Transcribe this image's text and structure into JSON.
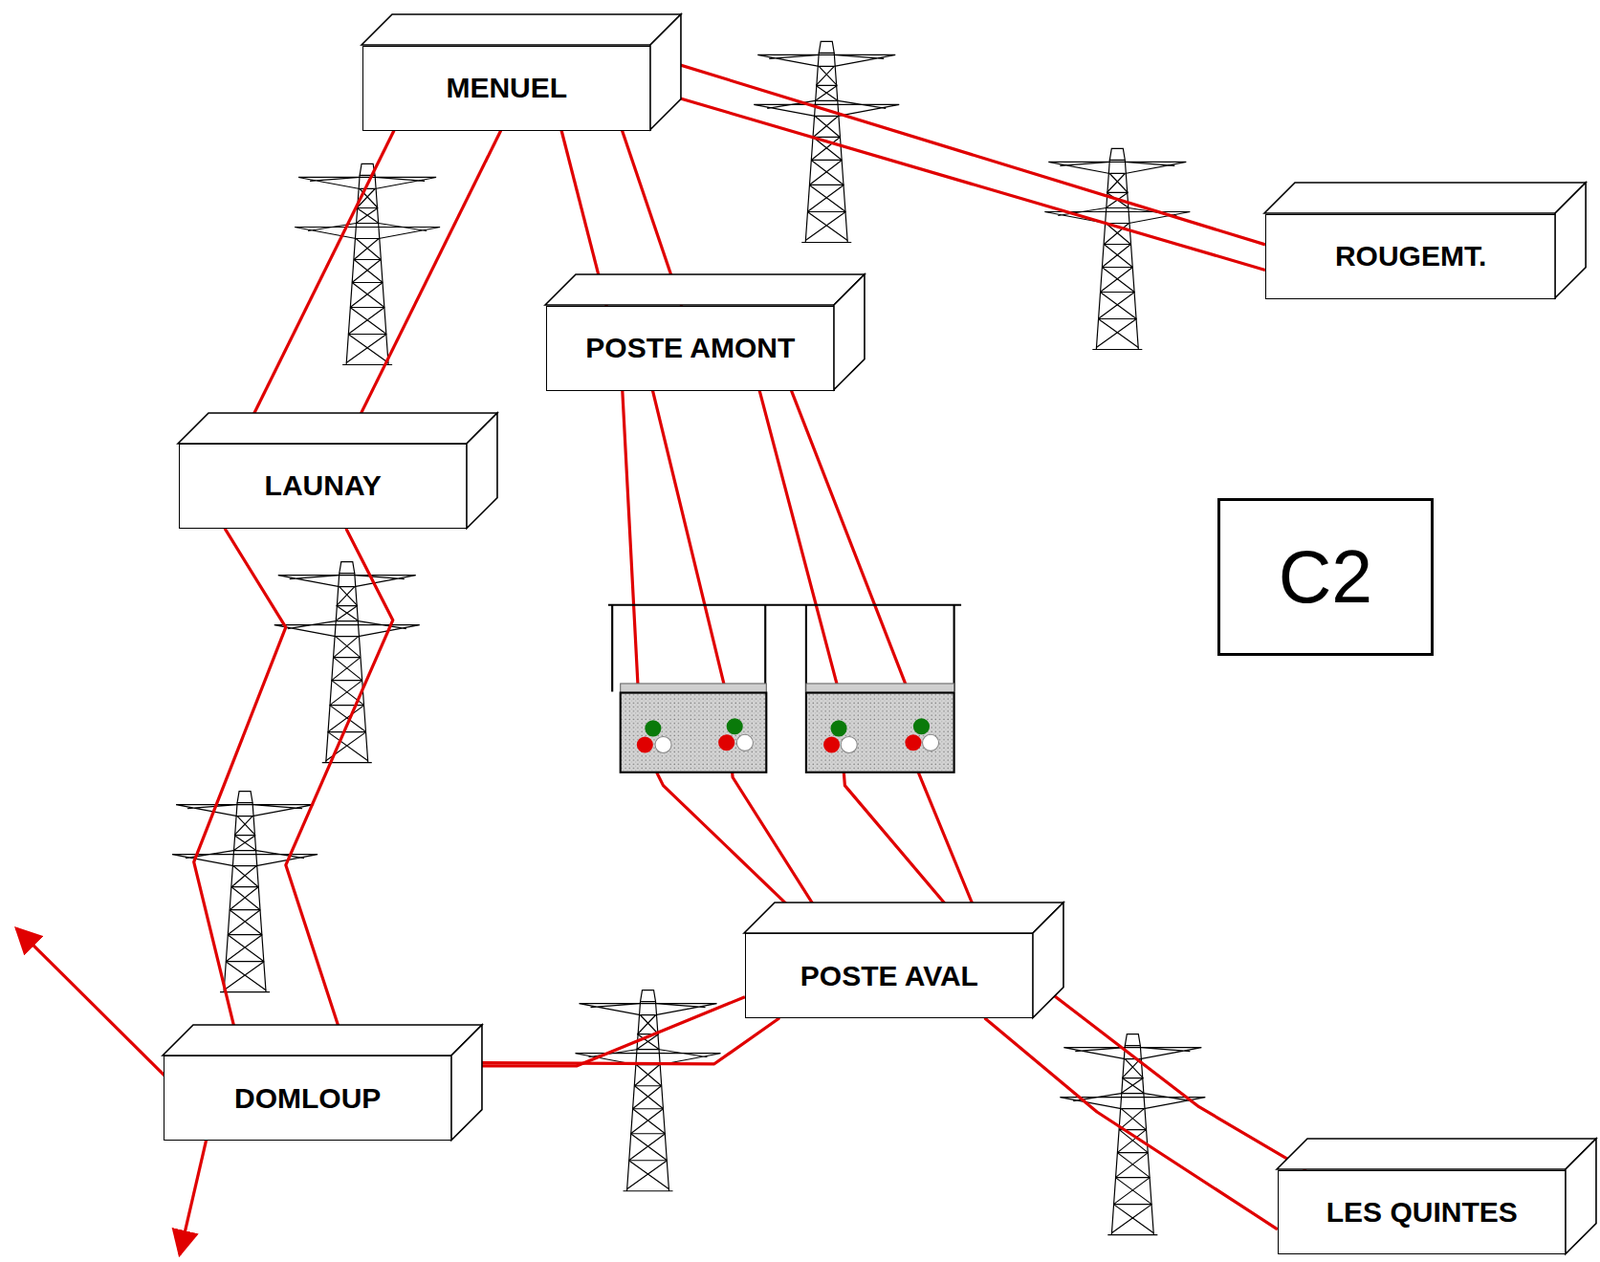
{
  "diagram": {
    "nodes": [
      {
        "text": [
          "MENUEL"
        ]
      },
      {
        "text": [
          "ROUGEMT."
        ]
      },
      {
        "text": [
          "POSTE AMONT"
        ]
      },
      {
        "text": [
          "LAUNAY"
        ]
      },
      {
        "text": [
          "C2"
        ]
      },
      {
        "text": [
          "POSTE AVAL"
        ]
      },
      {
        "text": [
          "DOMLOUP"
        ]
      },
      {
        "text": [
          "LES QUINTES"
        ]
      }
    ],
    "edges": [
      {
        "from": 0,
        "to": 1,
        "arrow": "none"
      },
      {
        "from": 0,
        "to": 1,
        "arrow": "none"
      },
      {
        "from": 0,
        "to": 3,
        "arrow": "none"
      },
      {
        "from": 0,
        "to": 3,
        "arrow": "none"
      },
      {
        "from": 0,
        "to": 2,
        "arrow": "none"
      },
      {
        "from": 0,
        "to": 2,
        "arrow": "none"
      },
      {
        "from": 2,
        "to": 5,
        "arrow": "none"
      },
      {
        "from": 2,
        "to": 5,
        "arrow": "none"
      },
      {
        "from": 2,
        "to": 5,
        "arrow": "none"
      },
      {
        "from": 2,
        "to": 5,
        "arrow": "none"
      },
      {
        "from": 3,
        "to": 6,
        "arrow": "none"
      },
      {
        "from": 3,
        "to": 6,
        "arrow": "none"
      },
      {
        "from": 6,
        "to": 5,
        "arrow": "none"
      },
      {
        "from": 6,
        "to": 5,
        "arrow": "none"
      },
      {
        "from": 5,
        "to": 7,
        "arrow": "none"
      },
      {
        "from": 5,
        "to": 7,
        "arrow": "none"
      }
    ]
  }
}
